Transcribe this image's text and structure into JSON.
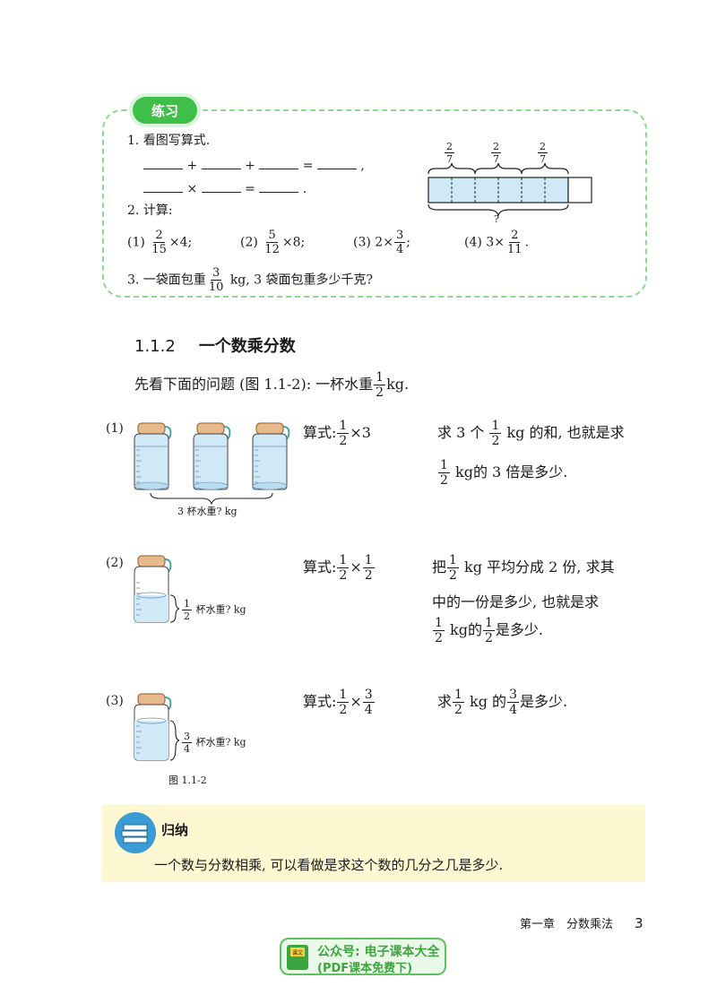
{
  "practice": {
    "tag": "练习",
    "q1_title": "1. 看图写算式.",
    "q1_plus1": "+",
    "q1_plus2": "+",
    "q1_eq1": "=",
    "q1_comma": ",",
    "q1_times": "×",
    "q1_eq2": "=",
    "q1_period": ".",
    "diagram_frac": {
      "n": "2",
      "d": "7"
    },
    "diagram_question": "?",
    "q2_title": "2. 计算:",
    "q2_items": [
      {
        "label": "(1)",
        "pre": "",
        "n": "2",
        "d": "15",
        "post": "×4;"
      },
      {
        "label": "(2)",
        "pre": "",
        "n": "5",
        "d": "12",
        "post": "×8;"
      },
      {
        "label": "(3)",
        "pre": "2×",
        "n": "3",
        "d": "4",
        "post": ";"
      },
      {
        "label": "(4)",
        "pre": "3×",
        "n": "2",
        "d": "11",
        "post": "."
      }
    ],
    "q3_pre": "3. 一袋面包重",
    "q3_n": "3",
    "q3_d": "10",
    "q3_post": "kg, 3 袋面包重多少千克?"
  },
  "section": {
    "number": "1.1.2",
    "title": "一个数乘分数"
  },
  "intro": {
    "pre": "先看下面的问题 (图 1.1-2): 一杯水重",
    "n": "1",
    "d": "2",
    "post": "kg."
  },
  "problems": [
    {
      "label": "(1)",
      "formula_label": "算式:",
      "a": {
        "n": "1",
        "d": "2"
      },
      "op": "×3",
      "b": null,
      "caption": "3 杯水重? kg",
      "line1_pre": "求 3 个",
      "line1_frac": {
        "n": "1",
        "d": "2"
      },
      "line1_post": "kg 的和, 也就是求",
      "line2_frac": {
        "n": "1",
        "d": "2"
      },
      "line2_post": "kg的 3 倍是多少."
    },
    {
      "label": "(2)",
      "formula_label": "算式:",
      "a": {
        "n": "1",
        "d": "2"
      },
      "op": "×",
      "b": {
        "n": "1",
        "d": "2"
      },
      "caption_frac": {
        "n": "1",
        "d": "2"
      },
      "caption": "杯水重? kg",
      "line1_pre": "把",
      "line1_frac": {
        "n": "1",
        "d": "2"
      },
      "line1_post": "kg 平均分成 2 份, 求其",
      "line2": "中的一份是多少, 也就是求",
      "line3_frac": {
        "n": "1",
        "d": "2"
      },
      "line3_mid": "kg的",
      "line3_frac2": {
        "n": "1",
        "d": "2"
      },
      "line3_post": "是多少."
    },
    {
      "label": "(3)",
      "formula_label": "算式:",
      "a": {
        "n": "1",
        "d": "2"
      },
      "op": "×",
      "b": {
        "n": "3",
        "d": "4"
      },
      "caption_frac": {
        "n": "3",
        "d": "4"
      },
      "caption": "杯水重? kg",
      "line1_pre": "求",
      "line1_frac": {
        "n": "1",
        "d": "2"
      },
      "line1_mid": "kg 的",
      "line1_frac2": {
        "n": "3",
        "d": "4"
      },
      "line1_post": "是多少."
    }
  ],
  "figure_caption": "图 1.1-2",
  "summary": {
    "title": "归纳",
    "text": "一个数与分数相乘, 可以看做是求这个数的几分之几是多少."
  },
  "footer": {
    "chapter": "第一章　分数乘法",
    "page": "3"
  },
  "watermark": {
    "line1": "公众号: 电子课本大全",
    "line2": "(PDF课本免费下)",
    "badge": "课文"
  },
  "colors": {
    "green": "#3fbf4a",
    "dashed": "#8fd98f",
    "water": "#cfe9f6",
    "cap": "#e8b98a",
    "summary_bg": "#fdf8d2",
    "icon": "#3a9bd5"
  }
}
